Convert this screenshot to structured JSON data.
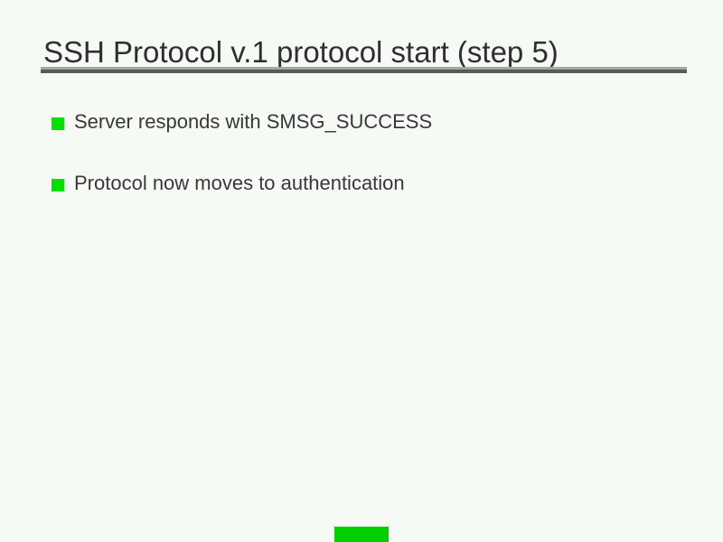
{
  "slide": {
    "title": "SSH Protocol v.1 protocol start (step 5)",
    "bullets": [
      {
        "label": "Server responds with SMSG_SUCCESS"
      },
      {
        "label": "Protocol now moves to authentication"
      }
    ],
    "footer": {
      "progress_indicator": "green-bar"
    },
    "colors": {
      "background": "#f5faf5",
      "title_text": "#2e302e",
      "body_text": "#383838",
      "bullet_green": "#00e100",
      "rule_light_gray": "#a2aba2",
      "rule_dark_gray": "#565c56",
      "progress_bar_green": "#00cf00"
    }
  }
}
